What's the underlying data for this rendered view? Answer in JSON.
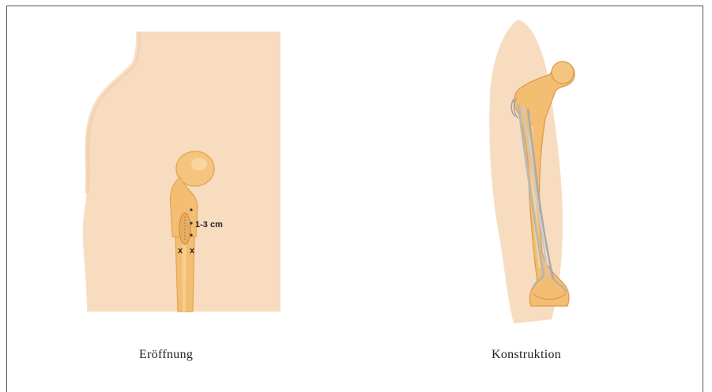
{
  "figure": {
    "left_panel": {
      "caption": "Eröffnung",
      "measurement_label": "1-3 cm",
      "mark_left": "x",
      "mark_right": "x"
    },
    "right_panel": {
      "caption": "Konstruktion"
    }
  }
}
